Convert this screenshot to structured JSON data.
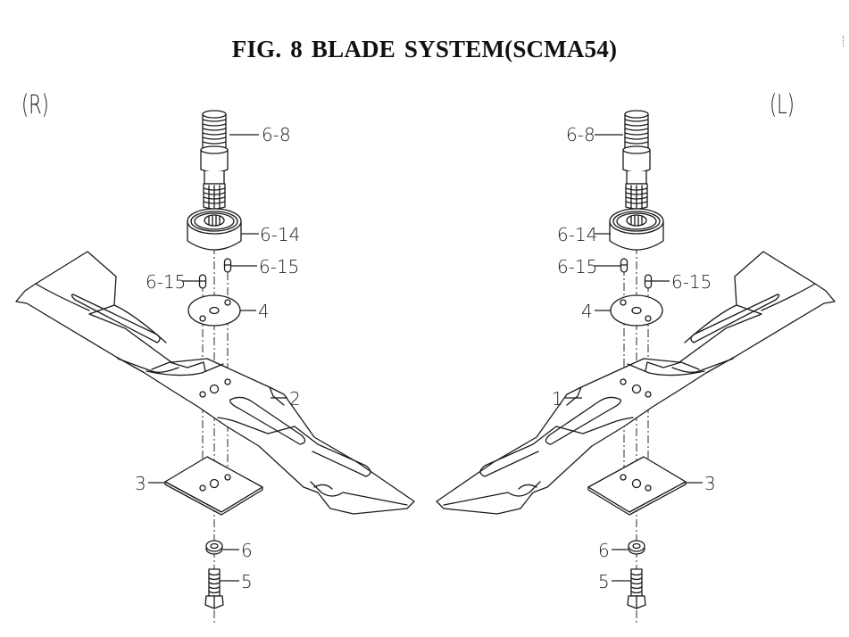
{
  "figure": {
    "title": "FIG. 8  BLADE SYSTEM(SCMA54)",
    "views": [
      {
        "id": "right",
        "label": "(R)",
        "callouts": [
          "6-8",
          "6-14",
          "6-15",
          "6-15",
          "4",
          "2",
          "3",
          "6",
          "5"
        ]
      },
      {
        "id": "left",
        "label": "(L)",
        "callouts": [
          "6-8",
          "6-14",
          "6-15",
          "6-15",
          "4",
          "1",
          "3",
          "6",
          "5"
        ]
      }
    ]
  },
  "parts": {
    "spindle": "6-8",
    "bearing": "6-14",
    "pin": "6-15",
    "plate": "4",
    "blade_left": "1",
    "blade_right": "2",
    "adapter_plate": "3",
    "bolt": "5",
    "washer": "6"
  },
  "colors": {
    "line": "#1a1a1a",
    "background": "#ffffff"
  }
}
